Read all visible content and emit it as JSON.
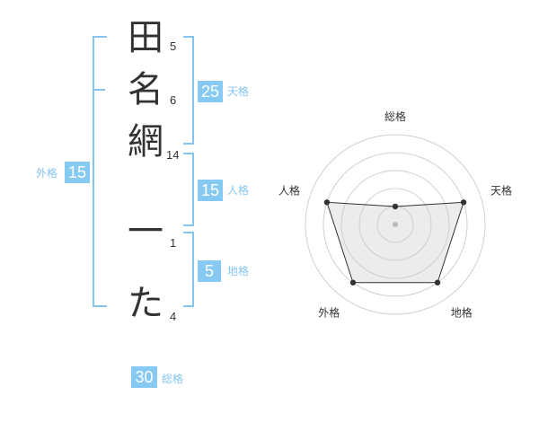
{
  "name": {
    "chars": [
      {
        "char": "田",
        "strokes": "5"
      },
      {
        "char": "名",
        "strokes": "6"
      },
      {
        "char": "網",
        "strokes": "14"
      },
      {
        "char": "一",
        "strokes": "1"
      },
      {
        "char": "た",
        "strokes": "4"
      }
    ]
  },
  "fortune": {
    "tenkaku": {
      "value": "25",
      "label": "天格"
    },
    "jinkaku": {
      "value": "15",
      "label": "人格"
    },
    "chikaku": {
      "value": "5",
      "label": "地格"
    },
    "gaikaku": {
      "value": "15",
      "label": "外格"
    },
    "soukaku": {
      "value": "30",
      "label": "総格"
    }
  },
  "colors": {
    "accent": "#86c9f2",
    "bracket": "#86c5ef",
    "text": "#333333"
  },
  "chart_data": {
    "type": "radar",
    "axes": [
      "総格",
      "天格",
      "地格",
      "外格",
      "人格"
    ],
    "values": [
      1,
      4,
      4,
      4,
      4
    ],
    "max": 5,
    "grid": true
  }
}
